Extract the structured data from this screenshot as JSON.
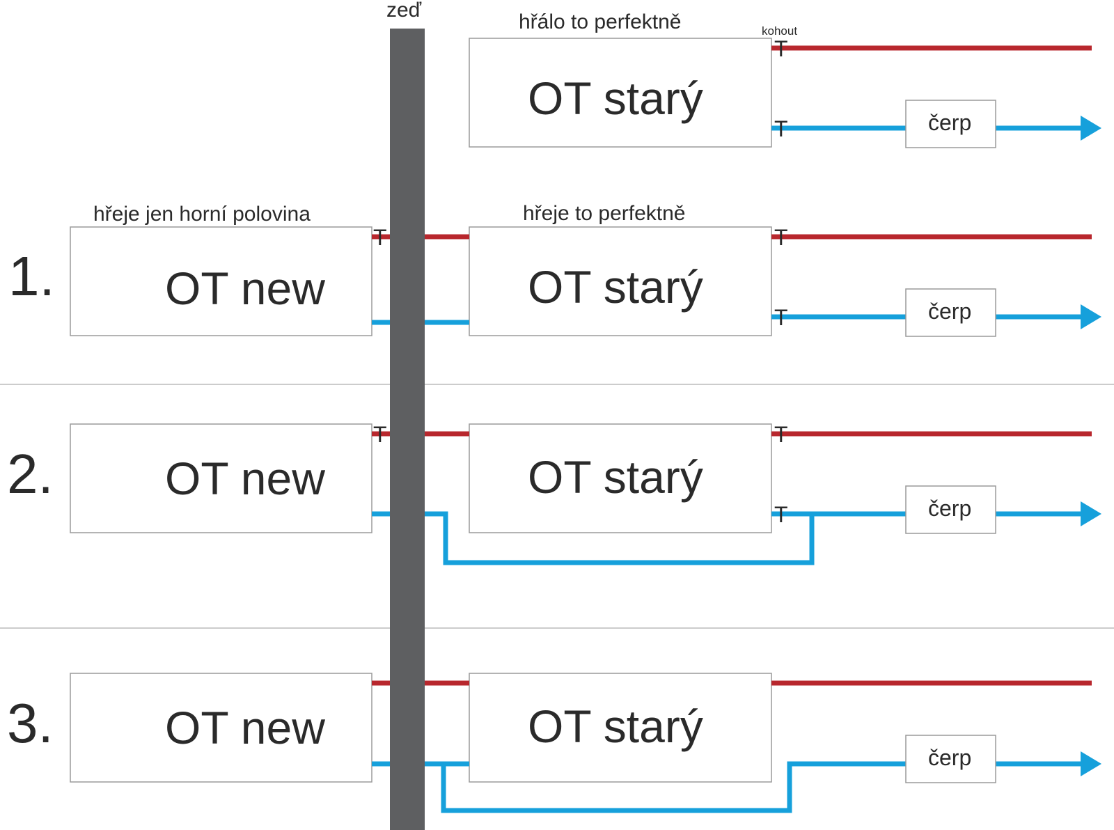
{
  "wall_label": "zeď",
  "valve_label": "kohout",
  "valve_symbol": "T",
  "colors": {
    "supply": "#b8272d",
    "return": "#16a0db",
    "wall": "#5e5f61",
    "box_border": "#9a9a9a",
    "divider": "#9a9a9a"
  },
  "top": {
    "caption": "hřálo to perfektně",
    "old_label": "OT starý",
    "pump_label": "čerp"
  },
  "scenarios": [
    {
      "number": "1.",
      "caption_new": "hřeje jen horní polovina",
      "caption_old": "hřeje to perfektně",
      "new_label": "OT new",
      "old_label": "OT starý",
      "pump_label": "čerp"
    },
    {
      "number": "2.",
      "caption_new": "",
      "caption_old": "",
      "new_label": "OT new",
      "old_label": "OT starý",
      "pump_label": "čerp"
    },
    {
      "number": "3.",
      "caption_new": "",
      "caption_old": "",
      "new_label": "OT new",
      "old_label": "OT starý",
      "pump_label": "čerp"
    }
  ]
}
